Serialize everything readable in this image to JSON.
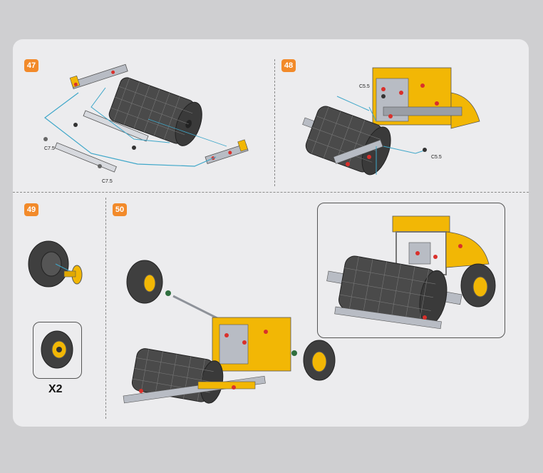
{
  "steps": [
    {
      "number": "47",
      "labels": [
        "C7.5",
        "C7.5"
      ]
    },
    {
      "number": "48",
      "labels": [
        "C5.5",
        "C5.5"
      ]
    },
    {
      "number": "49",
      "quantity": "X2"
    },
    {
      "number": "50"
    }
  ],
  "colors": {
    "page": "#ececee",
    "background": "#cfcfd1",
    "badge": "#f28a2a",
    "roller": "#4a4a4a",
    "frame_yellow": "#f2b705",
    "frame_silver": "#b8bcc4",
    "bolt_red": "#d9302b",
    "guide_line": "#3fa7c9"
  }
}
